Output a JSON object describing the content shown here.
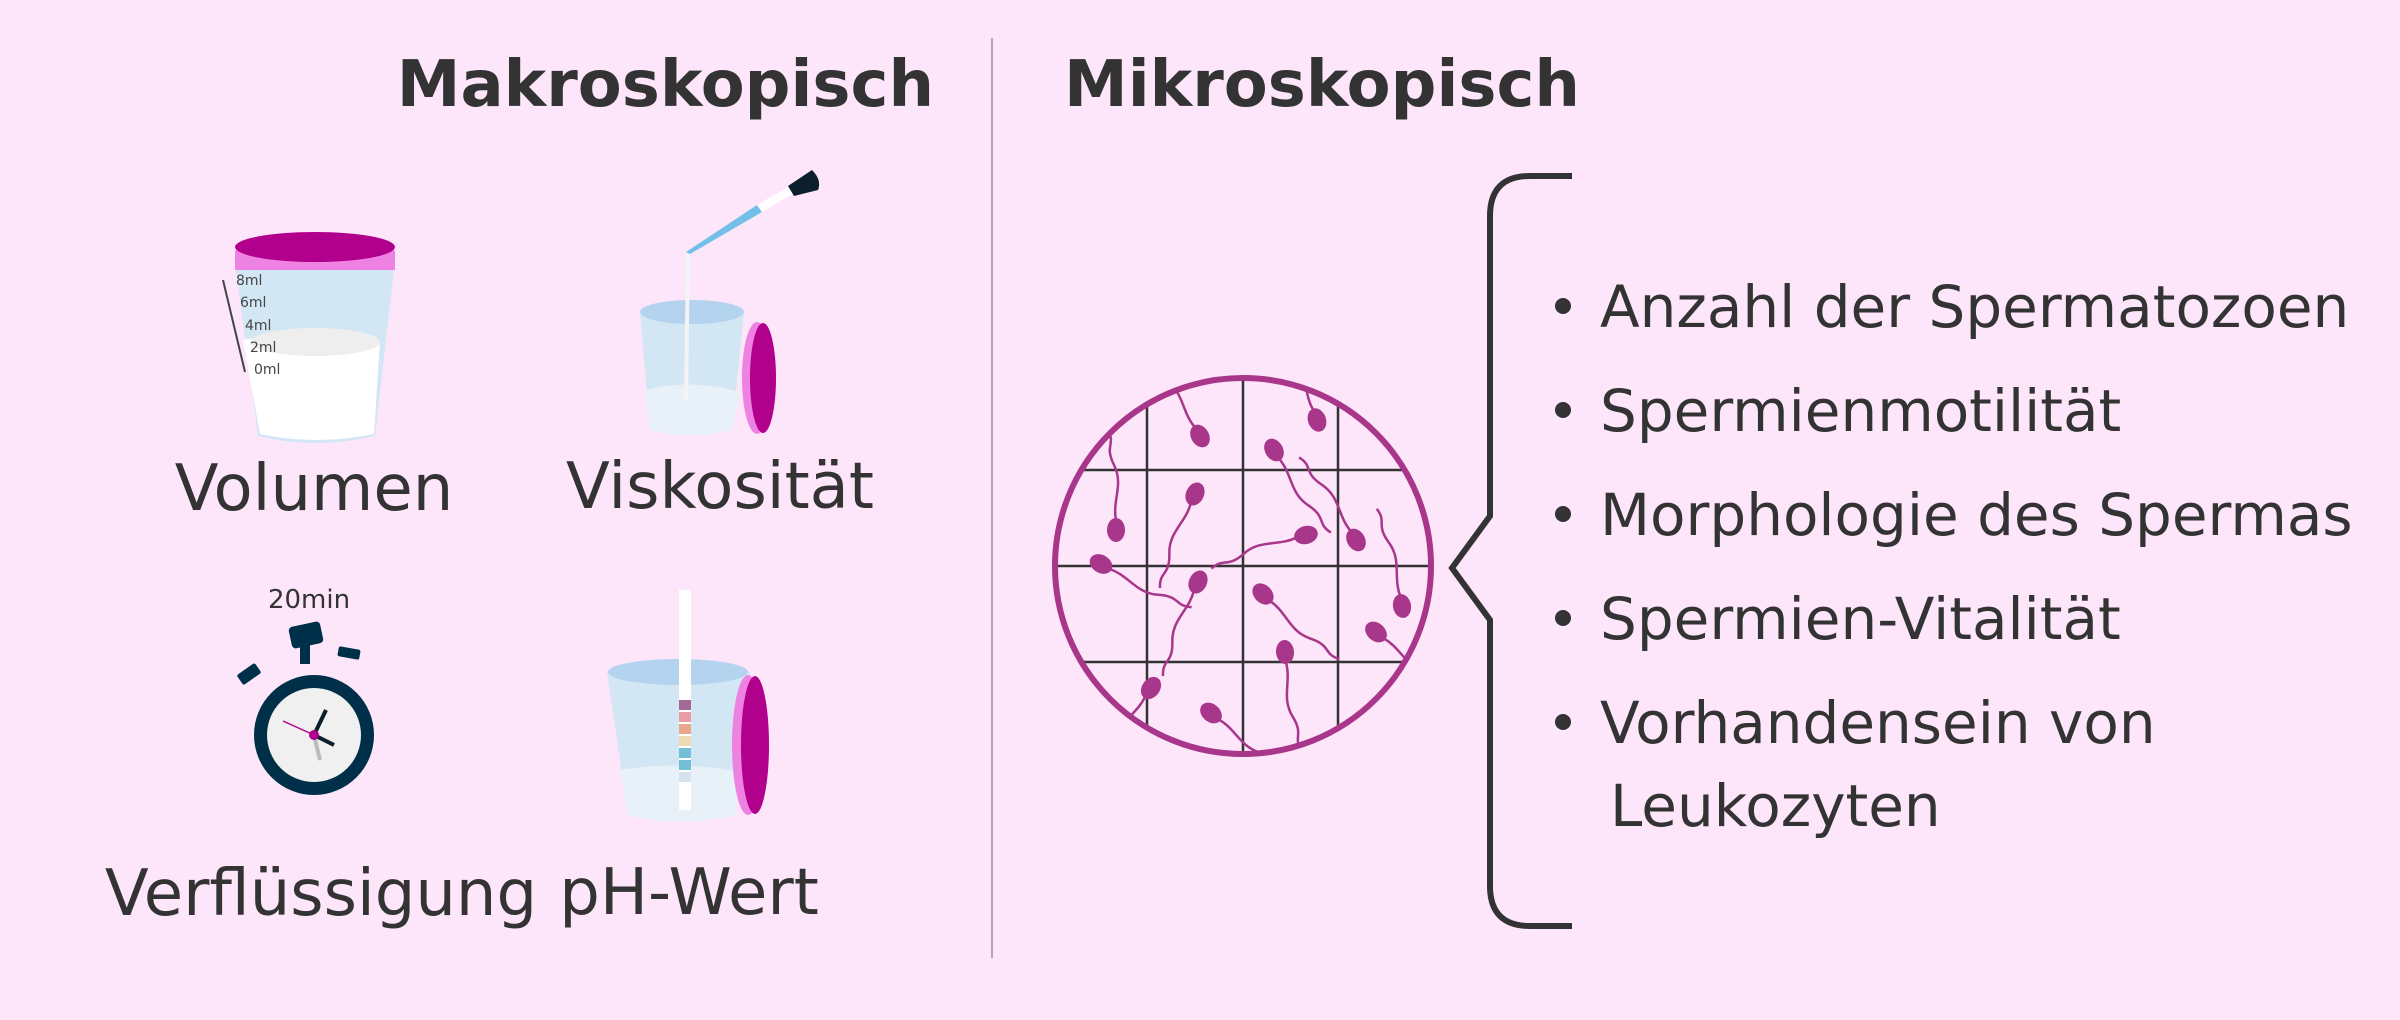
{
  "left_section": {
    "title": "Makroskopisch",
    "items": [
      {
        "label": "Volumen",
        "icon": "measuring-cup-icon"
      },
      {
        "label": "Viskosität",
        "icon": "cup-with-pipette-icon"
      },
      {
        "label": "Verflüssigung",
        "icon": "stopwatch-icon",
        "timer_text": "20min"
      },
      {
        "label": "pH-Wert",
        "icon": "cup-with-ph-strip-icon"
      }
    ],
    "cup_scale": [
      "8ml",
      "6ml",
      "4ml",
      "2ml",
      "0ml"
    ]
  },
  "right_section": {
    "title": "Mikroskopisch",
    "icon": "microscope-grid-sperm-icon",
    "bullets": [
      "Anzahl der Spermatozoen",
      "Spermienmotilität",
      "Morphologie des Spermas",
      "Spermien-Vitalität",
      "Vorhandensein von",
      "Leukozyten"
    ]
  },
  "colors": {
    "background": "#fde6fa",
    "magenta": "#b0008c",
    "lid_pink": "#ee82e2",
    "circle": "#a8368a",
    "text": "#333333",
    "cup": "#cfe3f3",
    "stopwatch": "#003049"
  }
}
